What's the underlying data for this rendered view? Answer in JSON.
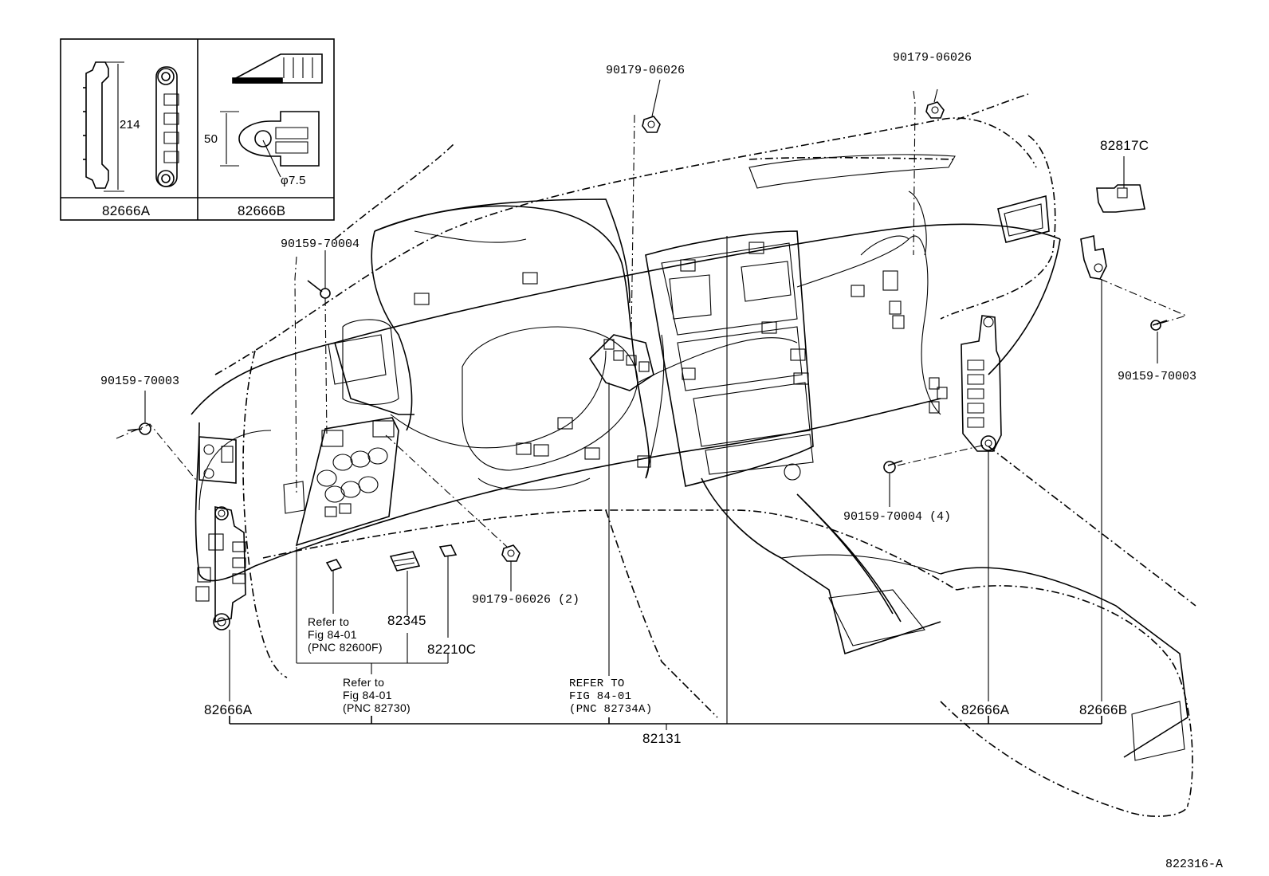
{
  "inset": {
    "left_label": "82666A",
    "right_label": "82666B",
    "dim_height_left": "214",
    "dim_height_right": "50",
    "dim_hole": "φ7.5"
  },
  "labels": {
    "p90179_06026_center": "90179-06026",
    "p90179_06026_right": "90179-06026",
    "p82817C": "82817C",
    "p90159_70004_top": "90159-70004",
    "p90159_70003_left": "90159-70003",
    "p90159_70003_right": "90159-70003",
    "p90159_70004_4": "90159-70004 (4)",
    "p90179_06026_2": "90179-06026 (2)",
    "p82345": "82345",
    "p82210C": "82210C",
    "p82666A_left": "82666A",
    "p82666A_right": "82666A",
    "p82666B_right": "82666B",
    "p82131": "82131",
    "fig_code": "822316-A"
  },
  "refs": {
    "ref1": [
      "Refer to",
      "Fig 84-01",
      "(PNC 82600F)"
    ],
    "ref2": [
      "Refer to",
      "Fig 84-01",
      "(PNC 82730)"
    ],
    "ref3": [
      "REFER TO",
      "FIG 84-01",
      "(PNC 82734A)"
    ]
  }
}
